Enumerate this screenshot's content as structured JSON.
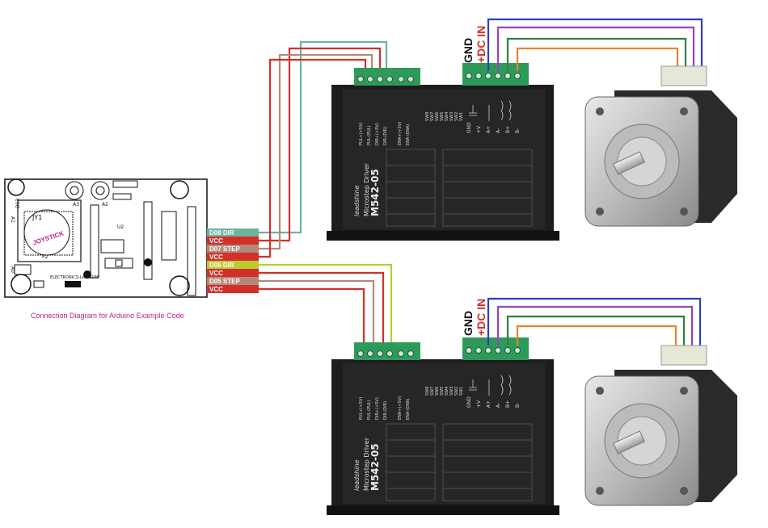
{
  "caption": "Connection Diagram for Arduino Example Code",
  "board": {
    "title": "JOYSTICK",
    "jy": "JY1",
    "lab": "ELECTRONICS-LAB.COM",
    "u2": "U2",
    "p2": "P2",
    "a1": "A1",
    "a0": "A0",
    "a2": "A2",
    "a3": "A3",
    "d13": "D13"
  },
  "pins": [
    {
      "label": "D08 DIR",
      "color": "#6fb2a0"
    },
    {
      "label": "VCC",
      "color": "#d3302a"
    },
    {
      "label": "D07 STEP",
      "color": "#b38a79"
    },
    {
      "label": "VCC",
      "color": "#d3302a"
    },
    {
      "label": "D06 DIR",
      "color": "#b9cc2f"
    },
    {
      "label": "VCC",
      "color": "#d3302a"
    },
    {
      "label": "D05 STEP",
      "color": "#b38a79"
    },
    {
      "label": "VCC",
      "color": "#d3302a"
    }
  ],
  "power": {
    "gnd": "GND",
    "dc": "+DC IN"
  },
  "driver": {
    "brand": "leadshine",
    "model": "M542-05",
    "subtitle": "Microstep Driver",
    "terminals": [
      "PUL+(+5V)",
      "PUL-(PUL)",
      "DIR+(+5V)",
      "DIR-(DIR)",
      "ENA+(+5V)",
      "ENA-(ENA)"
    ],
    "switches": [
      "SW1",
      "SW2",
      "SW3",
      "SW4",
      "SW5",
      "SW6",
      "SW7",
      "SW8"
    ],
    "power_terms": [
      "GND",
      "+V",
      "A+",
      "A-",
      "B+",
      "B-"
    ]
  },
  "colors": {
    "driver_body": "#1d1d1d",
    "terminal": "#2e9a5a",
    "wire_blue": "#2d3fc7",
    "wire_purple": "#9d3fc2",
    "wire_green": "#2f7f3f",
    "wire_orange": "#e6852b",
    "power_red": "#d3302a"
  }
}
